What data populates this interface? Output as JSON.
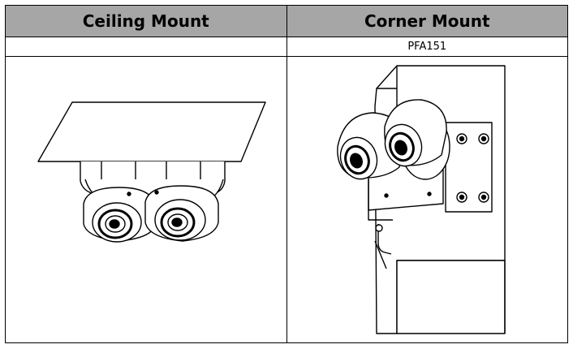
{
  "table": {
    "headers": [
      "Ceiling Mount",
      "Corner Mount"
    ],
    "models": [
      "",
      "PFA151"
    ],
    "images": [
      "ceiling-mount-illustration",
      "corner-mount-illustration"
    ]
  }
}
